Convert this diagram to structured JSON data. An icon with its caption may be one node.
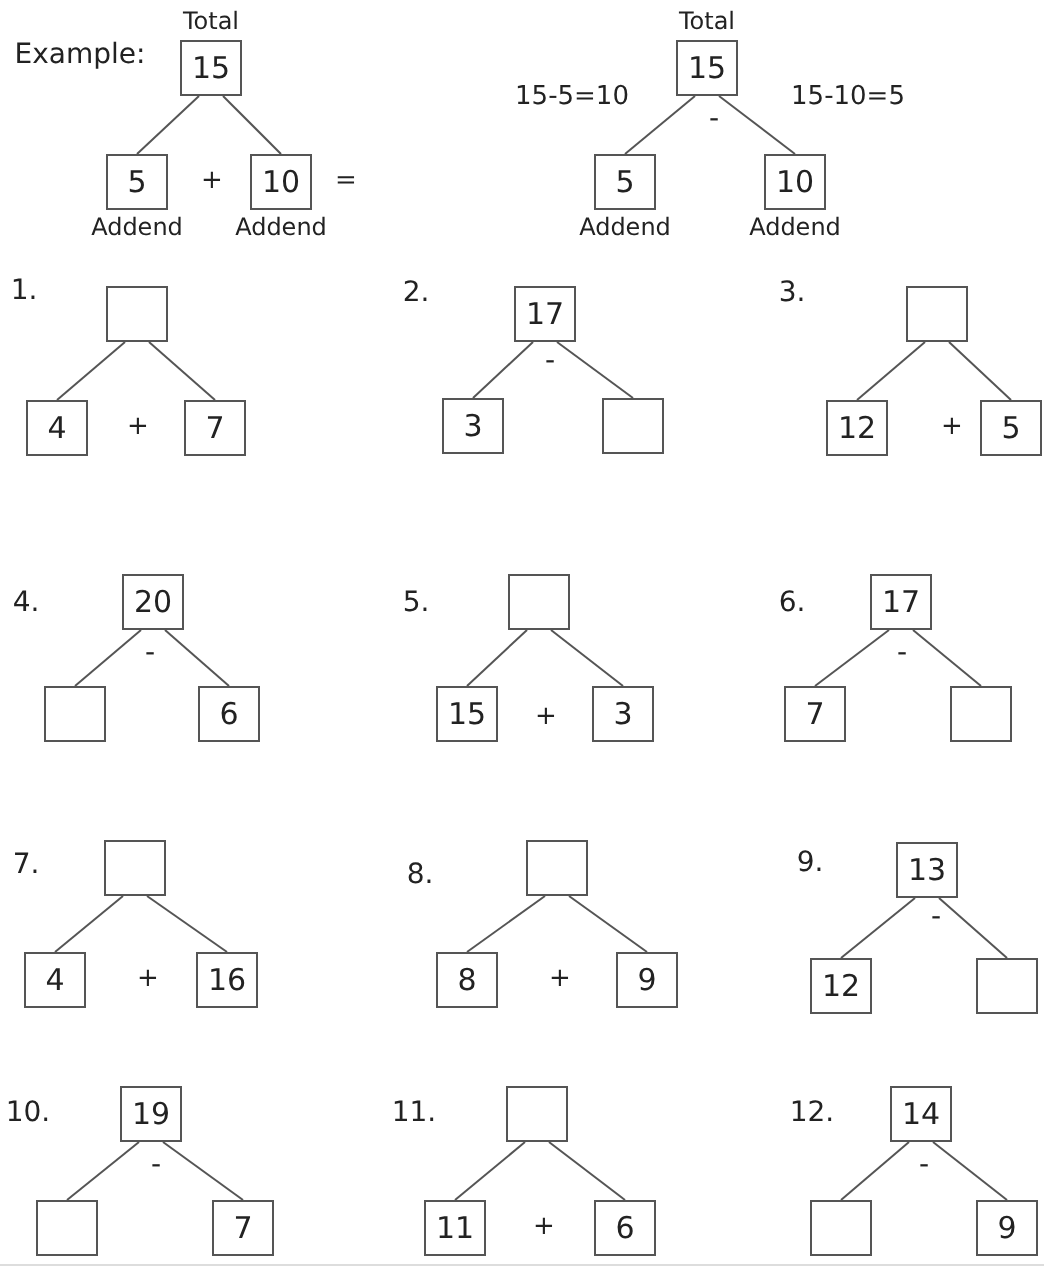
{
  "diagram": {
    "nodes": [
      {
        "text": [
          "15"
        ],
        "beside": [
          "Total"
        ]
      },
      {
        "text": [
          "5"
        ],
        "beside": [
          "Addend"
        ]
      },
      {
        "text": [
          "10"
        ],
        "beside": [
          "Addend"
        ]
      },
      {
        "text": [
          "15"
        ],
        "beside": [
          "Total"
        ]
      },
      {
        "text": [
          "5"
        ],
        "beside": [
          "Addend"
        ]
      },
      {
        "text": [
          "10"
        ],
        "beside": [
          "Addend"
        ]
      },
      {
        "text": [],
        "shape": "box"
      },
      {
        "text": [
          "4"
        ]
      },
      {
        "text": [
          "7"
        ]
      },
      {
        "text": [
          "17"
        ]
      },
      {
        "text": [
          "3"
        ]
      },
      {
        "text": [],
        "shape": "box"
      },
      {
        "text": [],
        "shape": "box"
      },
      {
        "text": [
          "12"
        ]
      },
      {
        "text": [
          "5"
        ]
      },
      {
        "text": [
          "20"
        ]
      },
      {
        "text": [],
        "shape": "box"
      },
      {
        "text": [
          "6"
        ]
      },
      {
        "text": [],
        "shape": "box"
      },
      {
        "text": [
          "15"
        ]
      },
      {
        "text": [
          "3"
        ]
      },
      {
        "text": [
          "17"
        ]
      },
      {
        "text": [
          "7"
        ]
      },
      {
        "text": [],
        "shape": "box"
      },
      {
        "text": [],
        "shape": "box"
      },
      {
        "text": [
          "4"
        ]
      },
      {
        "text": [
          "16"
        ]
      },
      {
        "text": [],
        "shape": "box"
      },
      {
        "text": [
          "8"
        ]
      },
      {
        "text": [
          "9"
        ]
      },
      {
        "text": [
          "13"
        ]
      },
      {
        "text": [
          "12"
        ]
      },
      {
        "text": [],
        "shape": "box"
      },
      {
        "text": [
          "19"
        ]
      },
      {
        "text": [],
        "shape": "box"
      },
      {
        "text": [
          "7"
        ]
      },
      {
        "text": [],
        "shape": "box"
      },
      {
        "text": [
          "11"
        ]
      },
      {
        "text": [
          "6"
        ]
      },
      {
        "text": [
          "14"
        ]
      },
      {
        "text": [],
        "shape": "box"
      },
      {
        "text": [
          "9"
        ]
      }
    ],
    "edges": [
      {
        "from": 0,
        "to": 1,
        "arrow": "none"
      },
      {
        "from": 0,
        "to": 2,
        "arrow": "none"
      },
      {
        "from": 3,
        "to": 4,
        "arrow": "none"
      },
      {
        "from": 3,
        "to": 5,
        "arrow": "none"
      },
      {
        "from": 6,
        "to": 7,
        "arrow": "none"
      },
      {
        "from": 6,
        "to": 8,
        "arrow": "none"
      },
      {
        "from": 9,
        "to": 10,
        "arrow": "none"
      },
      {
        "from": 9,
        "to": 11,
        "arrow": "none"
      },
      {
        "from": 12,
        "to": 13,
        "arrow": "none"
      },
      {
        "from": 12,
        "to": 14,
        "arrow": "none"
      },
      {
        "from": 15,
        "to": 16,
        "arrow": "none"
      },
      {
        "from": 15,
        "to": 17,
        "arrow": "none"
      },
      {
        "from": 18,
        "to": 19,
        "arrow": "none"
      },
      {
        "from": 18,
        "to": 20,
        "arrow": "none"
      },
      {
        "from": 21,
        "to": 22,
        "arrow": "none"
      },
      {
        "from": 21,
        "to": 23,
        "arrow": "none"
      },
      {
        "from": 24,
        "to": 25,
        "arrow": "none"
      },
      {
        "from": 24,
        "to": 26,
        "arrow": "none"
      },
      {
        "from": 27,
        "to": 28,
        "arrow": "none"
      },
      {
        "from": 27,
        "to": 29,
        "arrow": "none"
      },
      {
        "from": 30,
        "to": 31,
        "arrow": "none"
      },
      {
        "from": 30,
        "to": 32,
        "arrow": "none"
      },
      {
        "from": 33,
        "to": 34,
        "arrow": "none"
      },
      {
        "from": 33,
        "to": 35,
        "arrow": "none"
      },
      {
        "from": 36,
        "to": 37,
        "arrow": "none"
      },
      {
        "from": 36,
        "to": 38,
        "arrow": "none"
      },
      {
        "from": 39,
        "to": 40,
        "arrow": "none"
      },
      {
        "from": 39,
        "to": 41,
        "arrow": "none"
      }
    ],
    "labels": [
      "Example:",
      "+",
      "=",
      "15-5=10",
      "-",
      "15-10=5",
      "1.",
      "+",
      "2.",
      "-",
      "3.",
      "+",
      "4.",
      "-",
      "5.",
      "+",
      "6.",
      "-",
      "7.",
      "+",
      "8.",
      "+",
      "9.",
      "-",
      "10.",
      "-",
      "11.",
      "+",
      "12.",
      "-"
    ]
  }
}
